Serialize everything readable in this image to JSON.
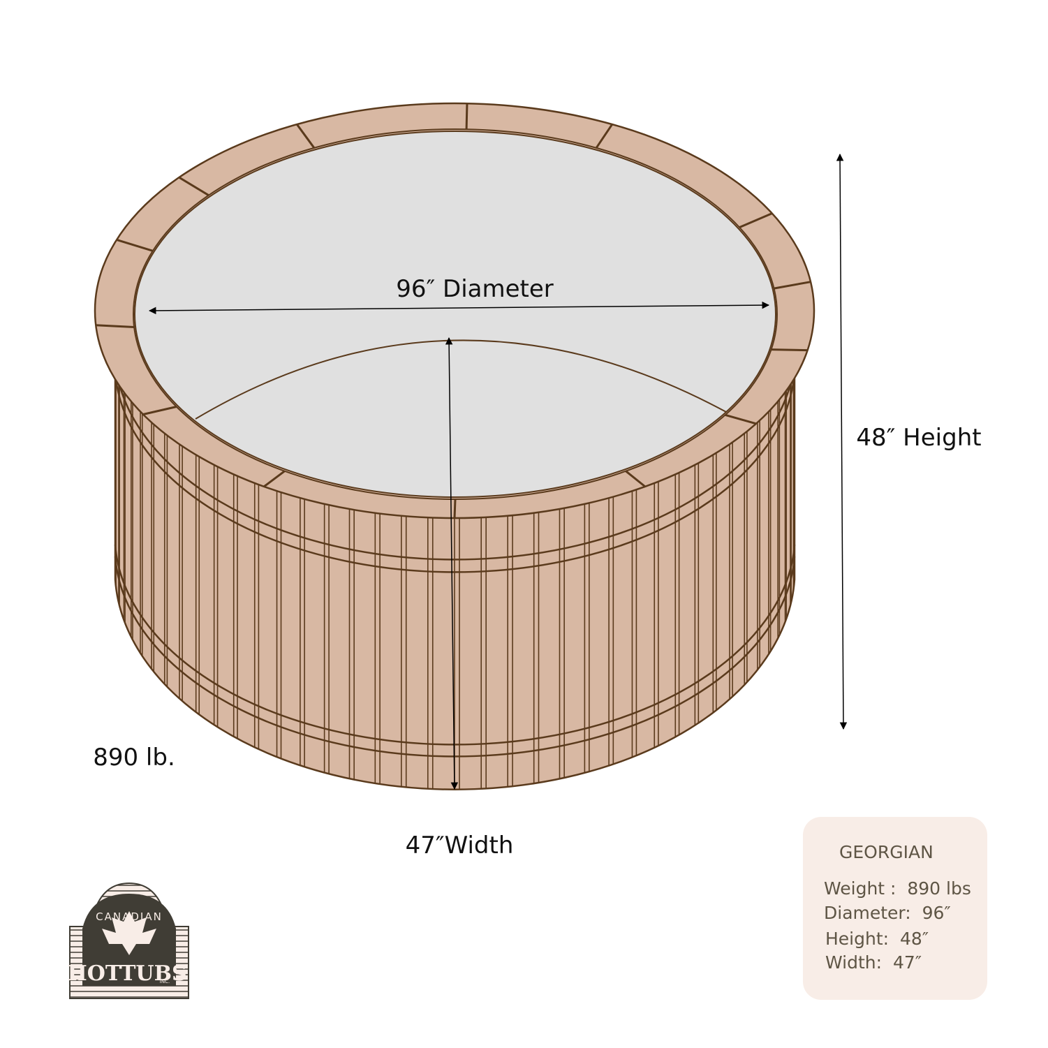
{
  "model_name": "GEORGIAN",
  "dimension_labels": {
    "diameter": "96″ Diameter",
    "height": "48″ Height",
    "width": "47″Width",
    "weight": "890 lb."
  },
  "specs": [
    {
      "label": "Weight :",
      "value": "890 lbs"
    },
    {
      "label": "Diameter:",
      "value": "96″"
    },
    {
      "label": "Height:",
      "value": "48″"
    },
    {
      "label": "Width:",
      "value": "47″"
    }
  ],
  "logo": {
    "top": "CANADIAN",
    "main": "HOTTUBS",
    "suffix": "INC."
  },
  "colors": {
    "wood": "#d8b8a3",
    "outline": "#5a3a1c",
    "water": "#e0e0e0",
    "card": "#f8ede7",
    "card_text": "#5e5545",
    "logo_dark": "#403d35"
  }
}
